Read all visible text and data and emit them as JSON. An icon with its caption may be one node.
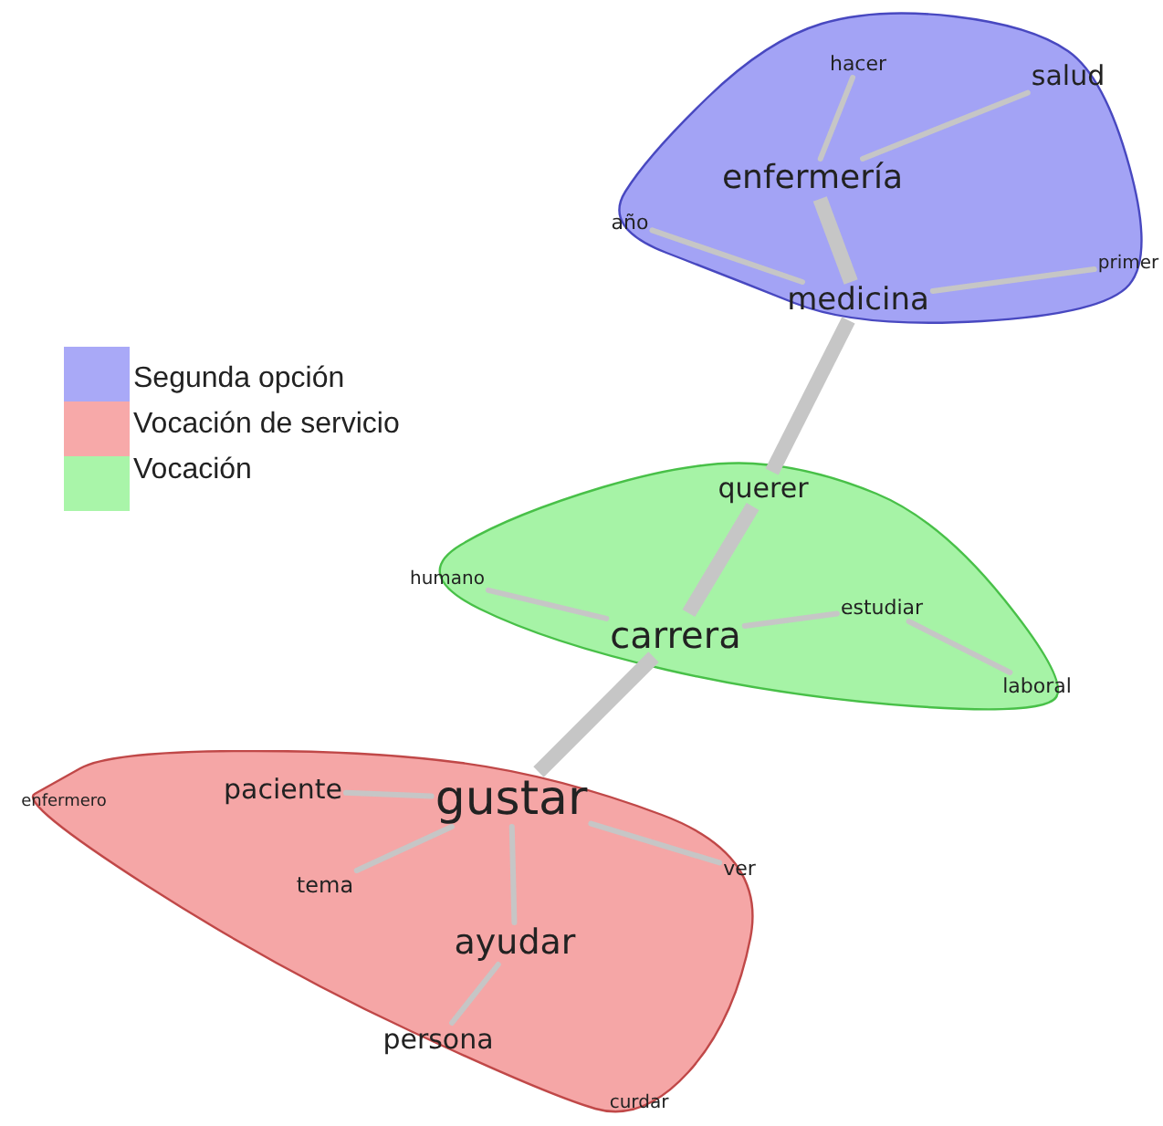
{
  "diagram": {
    "nodes": [
      {
        "text": [],
        "shape": "blob"
      },
      {
        "text": [
          "hacer"
        ],
        "in": 0
      },
      {
        "text": [
          "salud"
        ],
        "in": 0
      },
      {
        "text": [
          "enfermería"
        ],
        "in": 0
      },
      {
        "text": [
          "año"
        ],
        "in": 0
      },
      {
        "text": [
          "primer"
        ],
        "in": 0
      },
      {
        "text": [
          "medicina"
        ],
        "in": 0
      },
      {
        "text": [],
        "shape": "blob"
      },
      {
        "text": [
          "querer"
        ],
        "in": 7
      },
      {
        "text": [
          "humano"
        ],
        "in": 7
      },
      {
        "text": [
          "estudiar"
        ],
        "in": 7
      },
      {
        "text": [
          "carrera"
        ],
        "in": 7
      },
      {
        "text": [
          "laboral"
        ],
        "in": 7
      },
      {
        "text": [],
        "shape": "blob"
      },
      {
        "text": [
          "enfermero"
        ],
        "in": 13
      },
      {
        "text": [
          "paciente"
        ],
        "in": 13
      },
      {
        "text": [
          "gustar"
        ],
        "in": 13
      },
      {
        "text": [
          "tema"
        ],
        "in": 13
      },
      {
        "text": [
          "ver"
        ],
        "in": 13
      },
      {
        "text": [
          "ayudar"
        ],
        "in": 13
      },
      {
        "text": [
          "persona"
        ],
        "in": 13
      },
      {
        "text": [
          "curdar"
        ],
        "in": 13
      }
    ],
    "edges": [
      {
        "from": 3,
        "to": 1,
        "arrow": "none"
      },
      {
        "from": 3,
        "to": 2,
        "arrow": "none"
      },
      {
        "from": 6,
        "to": 3,
        "arrow": "none",
        "style": "thick"
      },
      {
        "from": 6,
        "to": 4,
        "arrow": "none"
      },
      {
        "from": 6,
        "to": 5,
        "arrow": "none"
      },
      {
        "from": 6,
        "to": 8,
        "arrow": "none",
        "style": "thick"
      },
      {
        "from": 8,
        "to": 11,
        "arrow": "none",
        "style": "thick"
      },
      {
        "from": 11,
        "to": 9,
        "arrow": "none"
      },
      {
        "from": 11,
        "to": 10,
        "arrow": "none"
      },
      {
        "from": 10,
        "to": 12,
        "arrow": "none"
      },
      {
        "from": 11,
        "to": 16,
        "arrow": "none",
        "style": "thick"
      },
      {
        "from": 16,
        "to": 15,
        "arrow": "none"
      },
      {
        "from": 16,
        "to": 17,
        "arrow": "none"
      },
      {
        "from": 16,
        "to": 18,
        "arrow": "none"
      },
      {
        "from": 16,
        "to": 19,
        "arrow": "none"
      },
      {
        "from": 19,
        "to": 20,
        "arrow": "none"
      }
    ],
    "legend": [
      {
        "text": "Segunda opción",
        "color": "#a9a9f7"
      },
      {
        "text": "Vocación de servicio",
        "color": "#f7a9a9"
      },
      {
        "text": "Vocación",
        "color": "#a9f5a9"
      }
    ]
  }
}
